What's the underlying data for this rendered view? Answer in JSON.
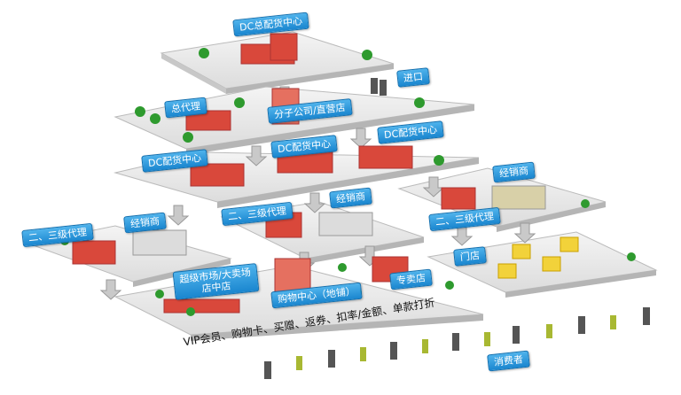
{
  "labels": {
    "dc_main": "DC总配货中心",
    "import": "进口",
    "general_agent": "总代理",
    "branch": "分子公司/直营店",
    "dc_left": "DC配货中心",
    "dc_mid": "DC配货中心",
    "dc_right": "DC配货中心",
    "dealer_right": "经销商",
    "agent_right": "二、三级代理",
    "agent_left": "二、三级代理",
    "dealer_left": "经销商",
    "agent_mid": "二、三级代理",
    "dealer_mid": "经销商",
    "supermarket": "超级市场/大卖场\n店中店",
    "mall": "购物中心（地铺）",
    "specialty": "专卖店",
    "store": "门店",
    "consumer": "消费者"
  },
  "caption": "VIP会员、购物卡、买赠、返券、扣率/金额、单款打折",
  "colors": {
    "label_blue": "#1a86cf",
    "building_red": "#d9483b",
    "tree_green": "#2e9a2e",
    "platform": "#e6e6e6"
  }
}
